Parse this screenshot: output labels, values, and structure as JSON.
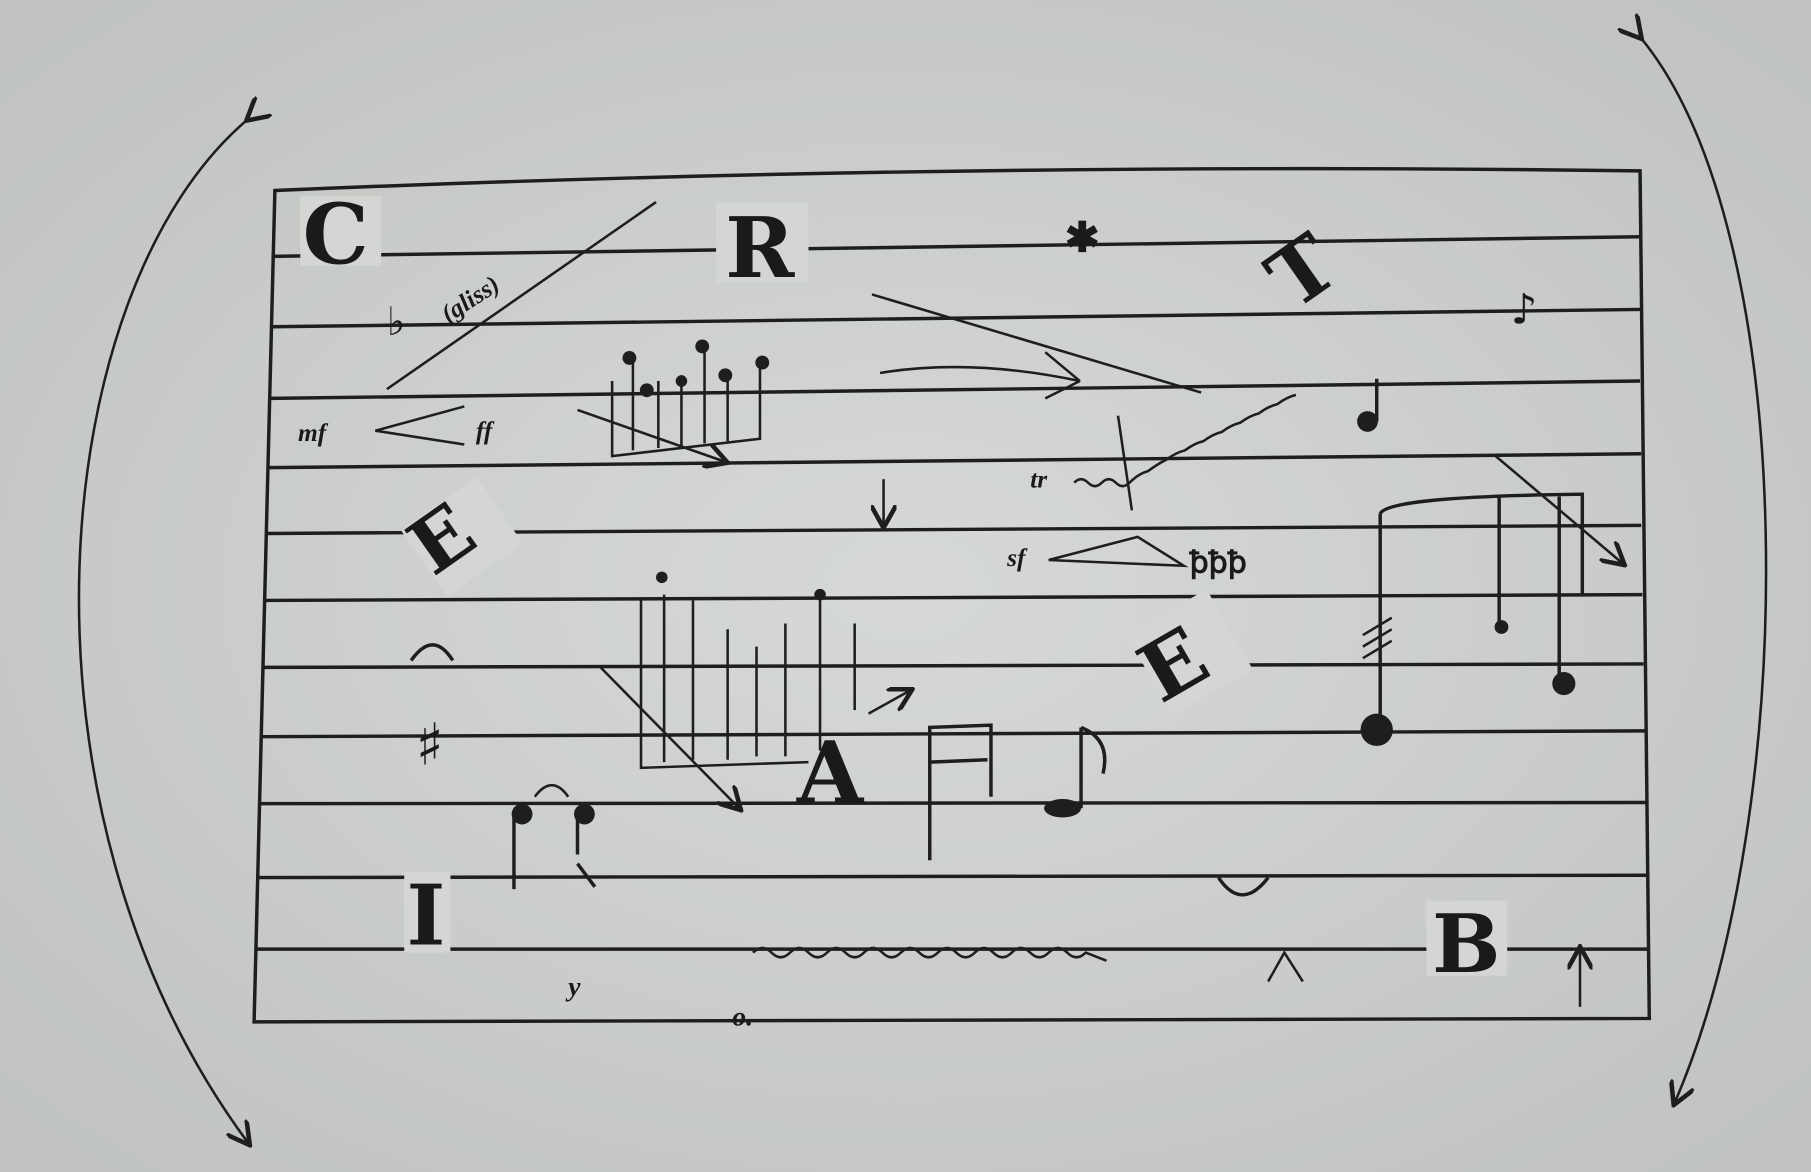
{
  "score": {
    "letters": {
      "c": "C",
      "r": "R",
      "t": "T",
      "e1": "E",
      "e2": "E",
      "a": "A",
      "b": "B",
      "i": "I"
    },
    "markings": {
      "gliss": "(gliss)",
      "mf": "mf",
      "ff": "ff",
      "tr": "tr",
      "sf": "sf",
      "y": "y",
      "o": "o."
    }
  },
  "colors": {
    "paper": "#cfd2cf",
    "ink": "#1e1e1e"
  }
}
